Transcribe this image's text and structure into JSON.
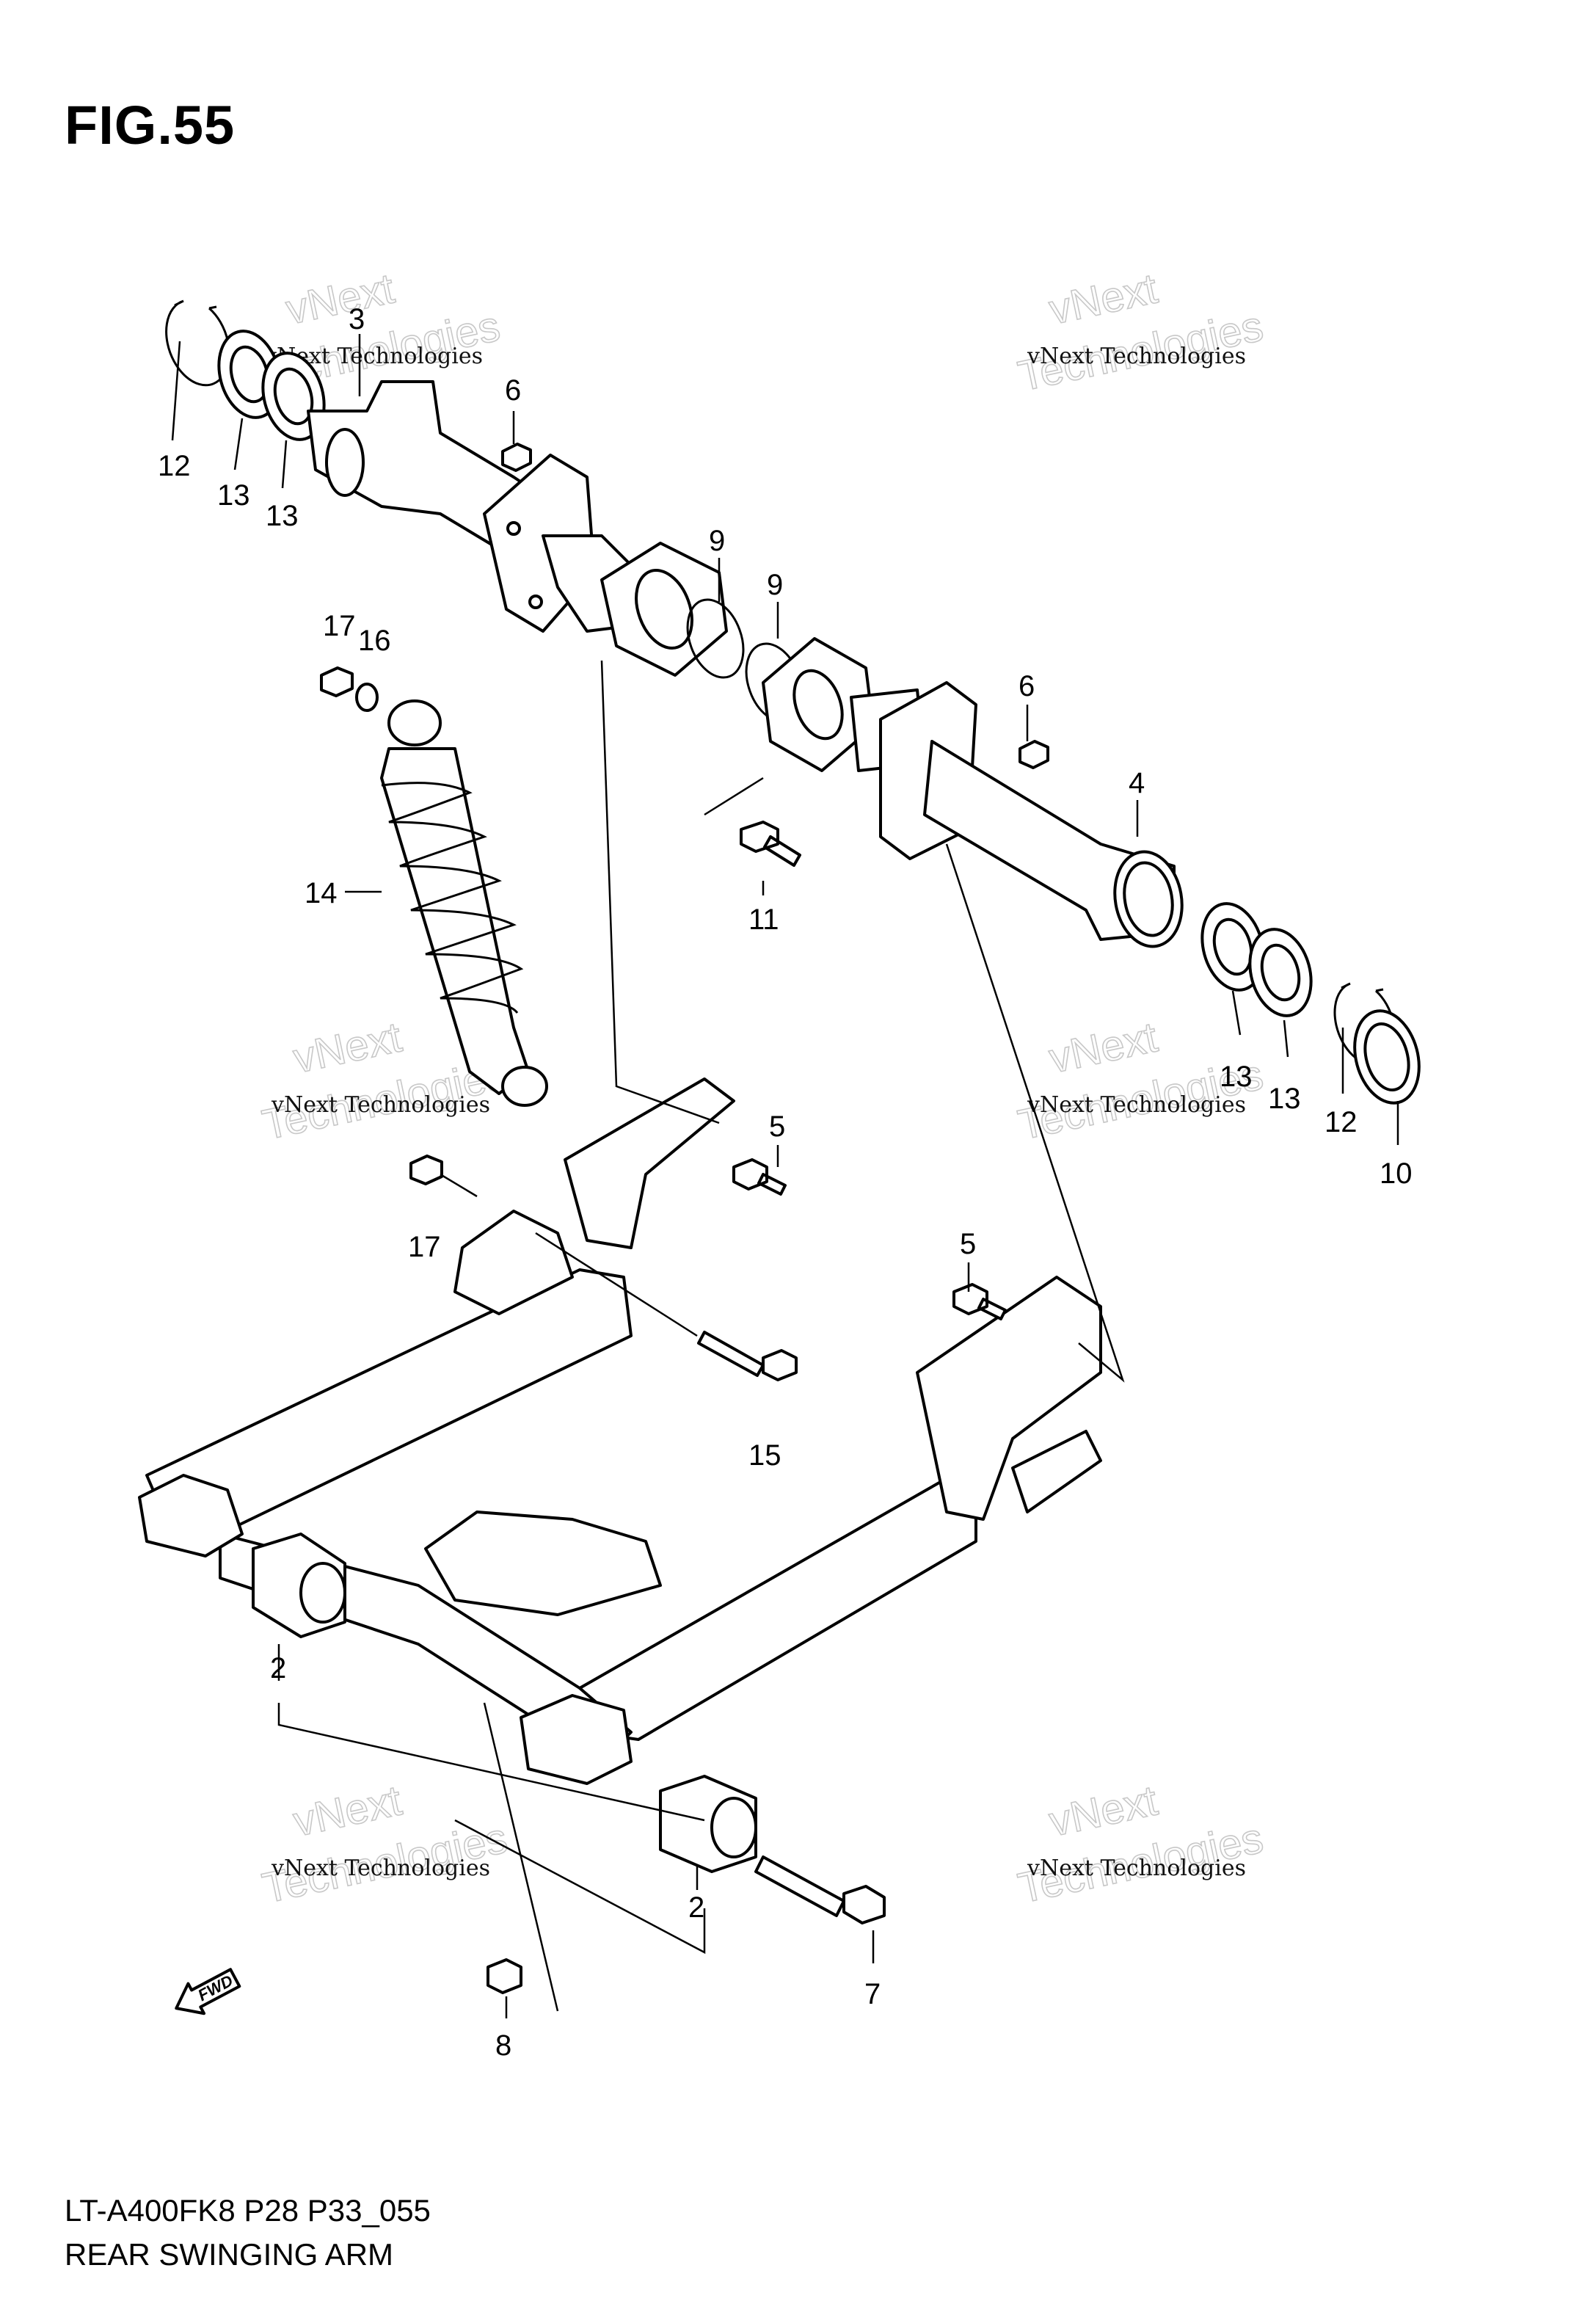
{
  "figure": {
    "title": "FIG.55"
  },
  "footer": {
    "model_code": "LT-A400FK8 P28 P33_055",
    "part_name": "REAR SWINGING ARM"
  },
  "watermark": {
    "line1": "vNext Technologies",
    "line2": "vNext",
    "line3": "Technologies"
  },
  "fwd_arrow": {
    "label": "FWD"
  },
  "callouts": {
    "c2a": "2",
    "c2b": "2",
    "c3": "3",
    "c4": "4",
    "c5a": "5",
    "c5b": "5",
    "c6a": "6",
    "c6b": "6",
    "c7": "7",
    "c8": "8",
    "c9a": "9",
    "c9b": "9",
    "c10": "10",
    "c11": "11",
    "c12a": "12",
    "c12b": "12",
    "c13a": "13",
    "c13b": "13",
    "c13c": "13",
    "c13d": "13",
    "c14": "14",
    "c15": "15",
    "c16": "16",
    "c17a": "17",
    "c17b": "17"
  }
}
